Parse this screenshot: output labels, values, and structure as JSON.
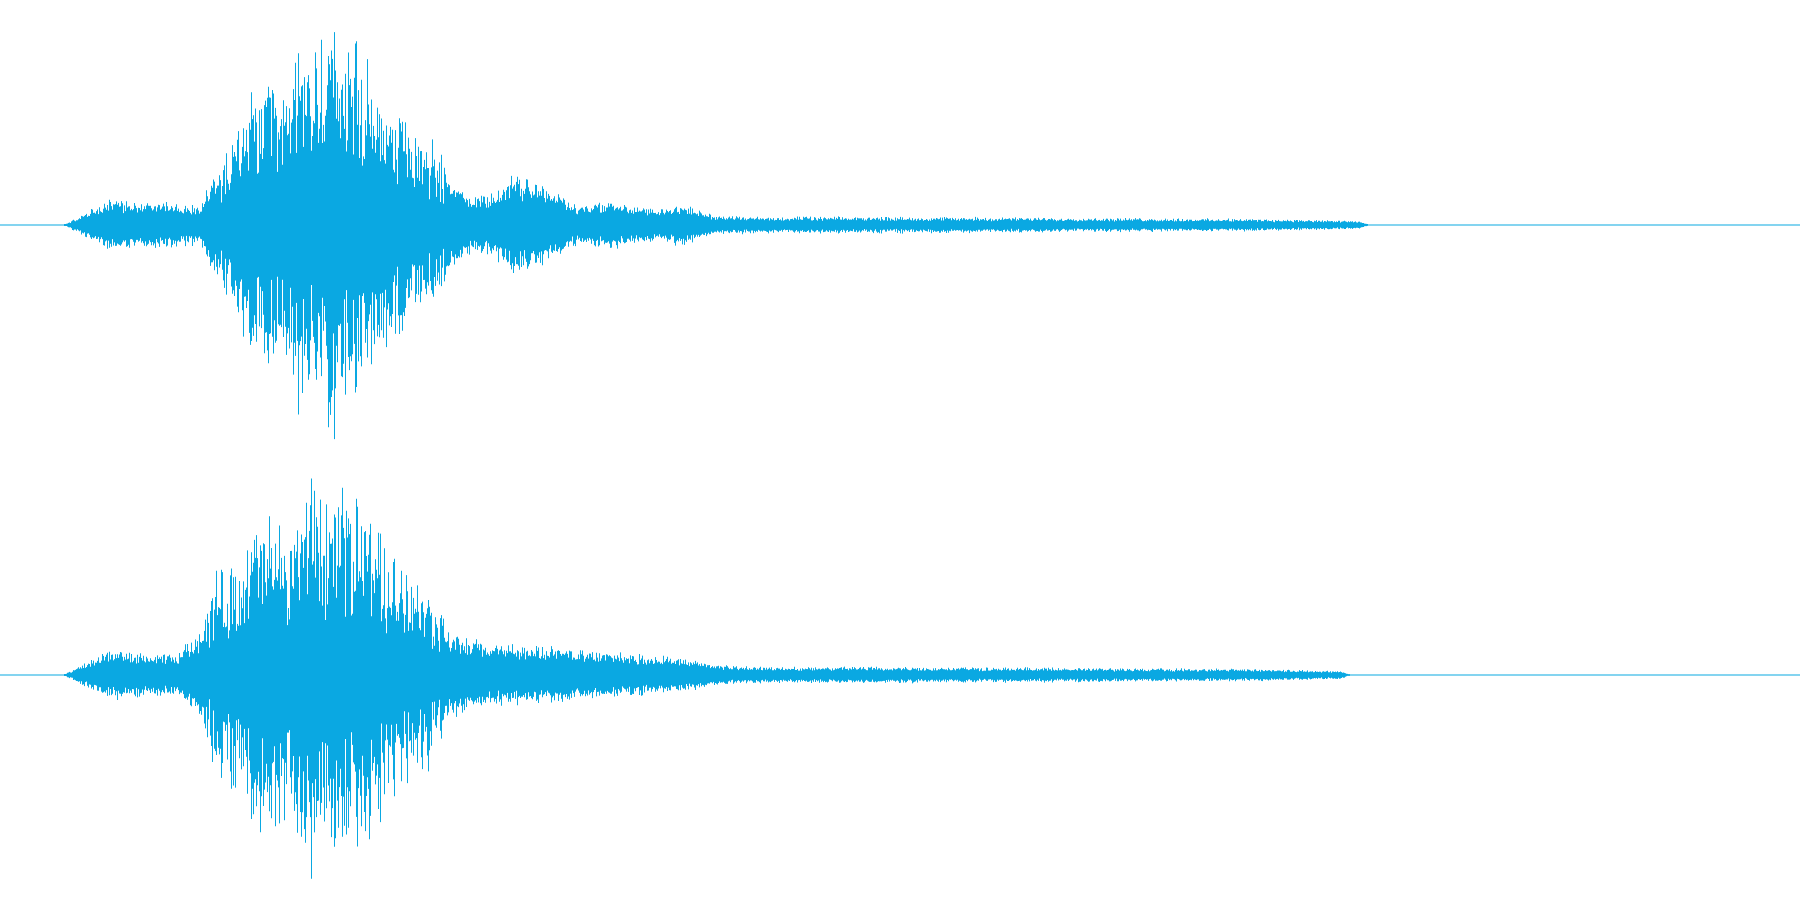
{
  "waveform": {
    "color": "#0aa8e2",
    "background": "#ffffff",
    "channels": [
      {
        "name": "",
        "envelope_time": [
          0.0,
          0.035,
          0.06,
          0.085,
          0.11,
          0.115,
          0.125,
          0.135,
          0.145,
          0.155,
          0.165,
          0.175,
          0.185,
          0.2,
          0.22,
          0.24,
          0.25,
          0.258,
          0.27,
          0.285,
          0.3,
          0.32,
          0.34,
          0.36,
          0.38,
          0.395,
          0.42,
          0.5,
          0.6,
          0.7,
          0.755,
          0.76,
          1.0
        ],
        "envelope_amp": [
          0.0,
          0.0,
          0.12,
          0.12,
          0.1,
          0.18,
          0.35,
          0.55,
          0.75,
          0.62,
          0.9,
          0.85,
          1.0,
          0.85,
          0.55,
          0.42,
          0.25,
          0.15,
          0.14,
          0.24,
          0.22,
          0.1,
          0.12,
          0.08,
          0.1,
          0.05,
          0.04,
          0.04,
          0.035,
          0.03,
          0.02,
          0.0,
          0.0
        ]
      },
      {
        "name": "",
        "envelope_time": [
          0.0,
          0.035,
          0.06,
          0.085,
          0.098,
          0.11,
          0.12,
          0.135,
          0.145,
          0.16,
          0.172,
          0.185,
          0.2,
          0.215,
          0.235,
          0.25,
          0.27,
          0.3,
          0.33,
          0.36,
          0.38,
          0.4,
          0.42,
          0.5,
          0.6,
          0.7,
          0.745,
          0.75,
          1.0
        ],
        "envelope_amp": [
          0.0,
          0.0,
          0.12,
          0.1,
          0.1,
          0.22,
          0.5,
          0.62,
          0.8,
          0.7,
          1.0,
          0.8,
          1.0,
          0.6,
          0.5,
          0.2,
          0.16,
          0.14,
          0.12,
          0.1,
          0.08,
          0.05,
          0.04,
          0.04,
          0.035,
          0.03,
          0.02,
          0.0,
          0.0
        ]
      }
    ]
  }
}
